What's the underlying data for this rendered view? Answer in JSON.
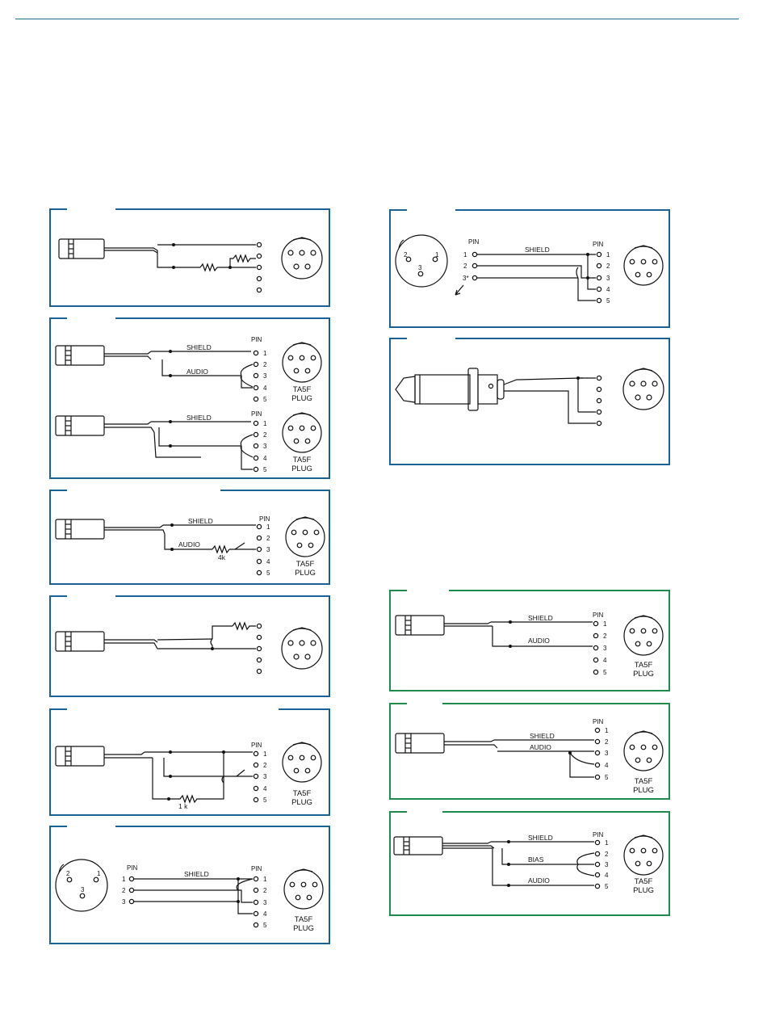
{
  "labels": {
    "pin": "PIN",
    "shield": "SHIELD",
    "audio": "AUDIO",
    "bias": "BIAS",
    "plug_line1": "TA5F",
    "plug_line2": "PLUG",
    "resistor_4k": "4k",
    "resistor_1k": "1 k",
    "pin_1": "1",
    "pin_2": "2",
    "pin_3": "3",
    "pin_3_star": "3*",
    "pin_4": "4",
    "pin_5": "5"
  },
  "colors": {
    "header_rule": "#1a6c8a",
    "panel_border_blue": "#1b6294",
    "panel_border_green": "#1f8a4c",
    "wire": "#111111"
  }
}
